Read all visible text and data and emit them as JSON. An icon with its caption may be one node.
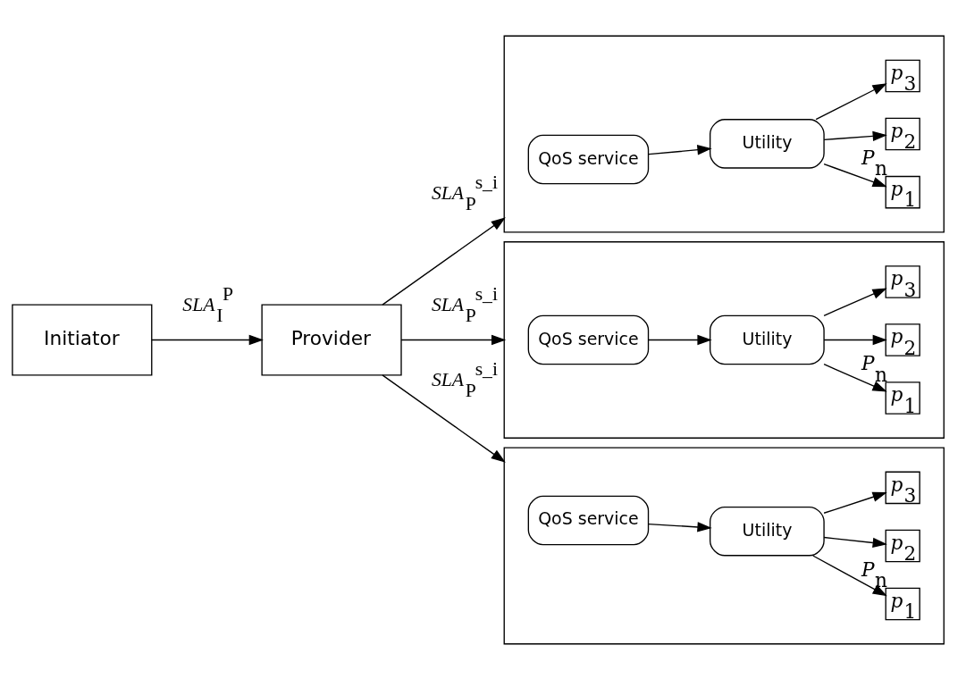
{
  "diagram": {
    "nodes": [
      {
        "text": [
          "Initiator"
        ]
      },
      {
        "text": [
          "Provider"
        ]
      },
      {
        "text": [],
        "shape": "box"
      },
      {
        "text": [
          "QoS service"
        ],
        "in": 2
      },
      {
        "text": [
          "Utility"
        ],
        "in": 2
      },
      {
        "text": [
          "*p*$_{1}$"
        ],
        "in": 2
      },
      {
        "text": [
          "*p*$_{2}$"
        ],
        "in": 2,
        "beside": [
          "*P*$_{n}$"
        ]
      },
      {
        "text": [
          "*p*$_{3}$"
        ],
        "in": 2
      },
      {
        "text": [],
        "shape": "box"
      },
      {
        "text": [
          "QoS service"
        ],
        "in": 8
      },
      {
        "text": [
          "Utility"
        ],
        "in": 8
      },
      {
        "text": [
          "*p*$_{1}$"
        ],
        "in": 8
      },
      {
        "text": [
          "*p*$_{2}$"
        ],
        "in": 8,
        "beside": [
          "*P*$_{n}$"
        ]
      },
      {
        "text": [
          "*p*$_{3}$"
        ],
        "in": 8
      },
      {
        "text": [],
        "shape": "box"
      },
      {
        "text": [
          "QoS service"
        ],
        "in": 14
      },
      {
        "text": [
          "Utility"
        ],
        "in": 14
      },
      {
        "text": [
          "*p*$_{1}$"
        ],
        "in": 14
      },
      {
        "text": [
          "*p*$_{2}$"
        ],
        "in": 14,
        "beside": [
          "*P*$_{n}$"
        ]
      },
      {
        "text": [
          "*p*$_{3}$"
        ],
        "in": 14
      }
    ],
    "edges": [
      {
        "from": 0,
        "to": 1,
        "arrow": "to",
        "label": "*SLA*$_{I}$$^{P}$"
      },
      {
        "from": 1,
        "to": 2,
        "arrow": "to",
        "label": "*SLA*$_{P}$$^{s_i}$"
      },
      {
        "from": 1,
        "to": 8,
        "arrow": "to",
        "label": "*SLA*$_{P}$$^{s_i}$"
      },
      {
        "from": 1,
        "to": 14,
        "arrow": "to",
        "label": "*SLA*$_{P}$$^{s_i}$"
      },
      {
        "from": 3,
        "to": 4,
        "arrow": "to"
      },
      {
        "from": 4,
        "to": 5,
        "arrow": "to"
      },
      {
        "from": 4,
        "to": 6,
        "arrow": "to"
      },
      {
        "from": 4,
        "to": 7,
        "arrow": "to"
      },
      {
        "from": 9,
        "to": 10,
        "arrow": "to"
      },
      {
        "from": 10,
        "to": 11,
        "arrow": "to"
      },
      {
        "from": 10,
        "to": 12,
        "arrow": "to"
      },
      {
        "from": 10,
        "to": 13,
        "arrow": "to"
      },
      {
        "from": 15,
        "to": 16,
        "arrow": "to"
      },
      {
        "from": 16,
        "to": 17,
        "arrow": "to"
      },
      {
        "from": 16,
        "to": 18,
        "arrow": "to"
      },
      {
        "from": 16,
        "to": 19,
        "arrow": "to"
      }
    ]
  }
}
